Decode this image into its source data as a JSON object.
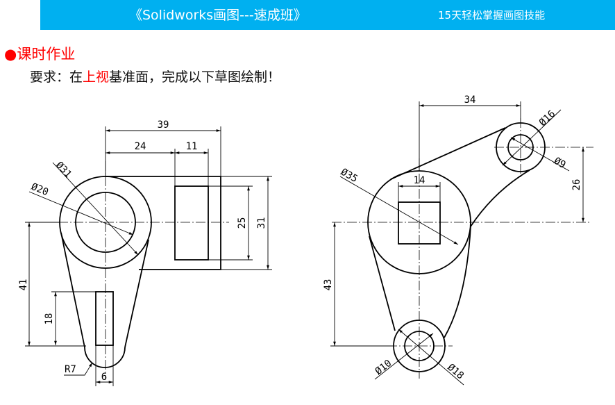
{
  "header": {
    "title": "《Solidworks画图---速成班》",
    "subtitle": "15天轻松掌握画图技能",
    "color": "#00b0f0"
  },
  "section": {
    "bullet": "●",
    "title": "课时作业",
    "color": "#ff0000"
  },
  "requirement": {
    "prefix": "要求：在",
    "highlight": "上视",
    "suffix": "基准面，完成以下草图绘制！"
  },
  "drawing_left": {
    "dims": {
      "d39": "39",
      "d24": "24",
      "d11": "11",
      "d25": "25",
      "d31": "31",
      "d41": "41",
      "d18": "18",
      "d6": "6",
      "r7": "R7",
      "phi31": "Ø31",
      "phi20": "Ø20"
    }
  },
  "drawing_right": {
    "dims": {
      "d34": "34",
      "phi16": "Ø16",
      "phi9": "Ø9",
      "d26": "26",
      "phi35": "Ø35",
      "d14": "14",
      "d43": "43",
      "phi10": "Ø10",
      "phi18": "Ø18"
    }
  }
}
